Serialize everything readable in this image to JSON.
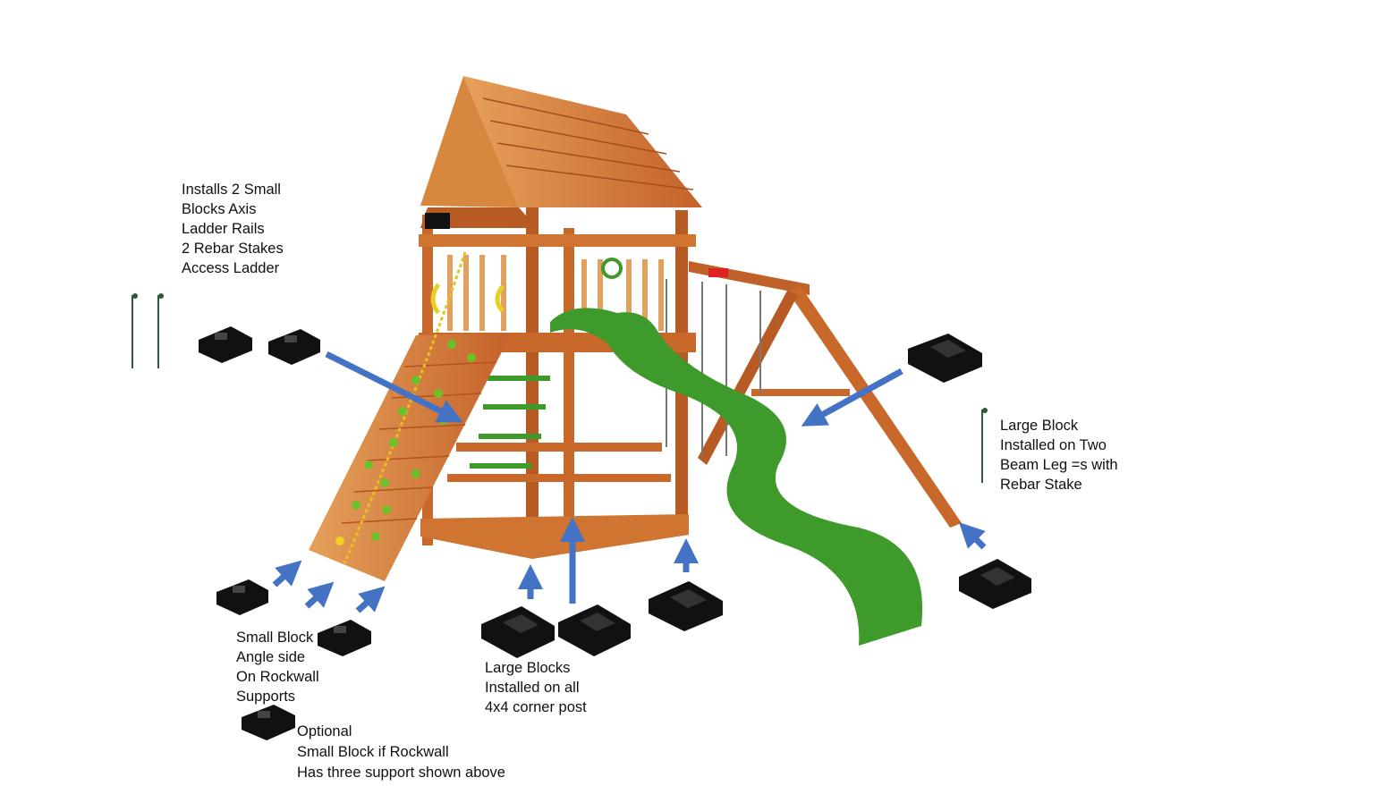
{
  "labels": {
    "access_ladder": [
      "Installs 2 Small",
      "Blocks Axis",
      "Ladder Rails",
      "2 Rebar Stakes",
      "Access Ladder"
    ],
    "swing_beam": [
      "Large Block",
      "Installed on Two",
      "Beam Leg =s with",
      "Rebar Stake"
    ],
    "rockwall": [
      "Small Block",
      "Angle side",
      "On Rockwall",
      "Supports"
    ],
    "optional": [
      "Optional",
      "Small Block if Rockwall",
      "Has three support shown above"
    ],
    "corner_posts": [
      "Large Blocks",
      "Installed on all",
      "4x4 corner post"
    ]
  },
  "colors": {
    "arrow": "#4472c4",
    "wood": "#c8682a",
    "wood_light": "#e0914a",
    "slide": "#3f9a2c",
    "block": "#111111",
    "stake": "#2f5a3a"
  },
  "icons": [
    "small-block-icon",
    "large-block-icon",
    "rebar-stake-icon",
    "arrow-icon"
  ]
}
